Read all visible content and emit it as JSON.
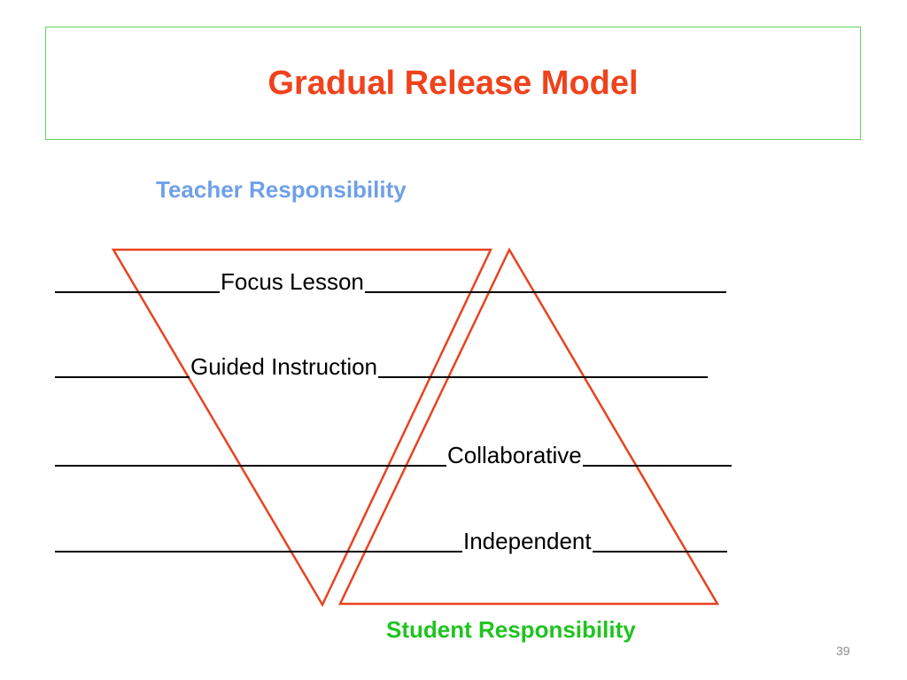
{
  "slide": {
    "title": "Gradual Release Model",
    "teacher_label": "Teacher Responsibility",
    "student_label": "Student Responsibility",
    "page_number": "39"
  },
  "rows": [
    {
      "text": "Focus Lesson"
    },
    {
      "text": "Guided Instruction"
    },
    {
      "text": "Collaborative"
    },
    {
      "text": "Independent"
    }
  ],
  "colors": {
    "title": "#f0421c",
    "triangle_stroke": "#e8431f",
    "teacher": "#6fa0e8",
    "student": "#1fc41f",
    "title_border": "#5fd35f"
  }
}
